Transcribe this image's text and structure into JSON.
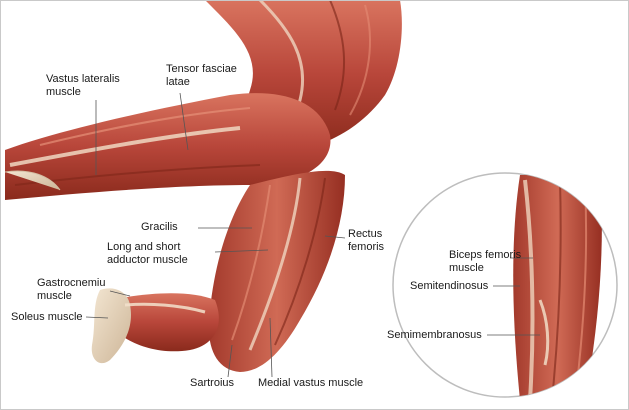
{
  "labels": {
    "vastus_lateralis_l1": "Vastus lateralis",
    "vastus_lateralis_l2": "muscle",
    "tensor_l1": "Tensor fasciae",
    "tensor_l2": "latae",
    "gracilis": "Gracilis",
    "adductor_l1": "Long and short",
    "adductor_l2": "adductor muscle",
    "rectus_l1": "Rectus",
    "rectus_l2": "femoris",
    "gastro_l1": "Gastrocnemiu",
    "gastro_l2": "muscle",
    "soleus": "Soleus muscle",
    "sartroius": "Sartroius",
    "medial_vastus": "Medial vastus muscle",
    "biceps_l1": "Biceps femoris",
    "biceps_l2": "muscle",
    "semitendinosus": "Semitendinosus",
    "semimembranosus": "Semimembranosus"
  },
  "colors": {
    "muscle_dark": "#8a2a1c",
    "muscle_mid": "#b8463a",
    "muscle_light": "#d9745f",
    "tendon": "#ead9c0",
    "leader_line": "#555555",
    "circle_border": "#bdbdbd"
  }
}
